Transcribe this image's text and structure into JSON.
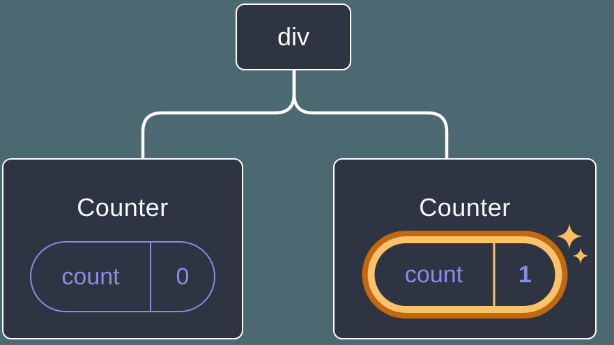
{
  "colors": {
    "bg": "#4C6972",
    "box": "#2E3442",
    "line": "#FCFDFE",
    "text": "#F5F6F8",
    "purple": "#878CE5",
    "orangeLight": "#FAC26C",
    "orangeDark": "#C2690F",
    "sparkle": "#F8BE62"
  },
  "tree": {
    "root": {
      "label": "div"
    },
    "children": [
      {
        "title": "Counter",
        "highlighted": false,
        "state": {
          "key": "count",
          "value": "0"
        }
      },
      {
        "title": "Counter",
        "highlighted": true,
        "state": {
          "key": "count",
          "value": "1"
        }
      }
    ]
  },
  "icons": {
    "sparkles": "two four-point sparkle stars marking updated state"
  }
}
